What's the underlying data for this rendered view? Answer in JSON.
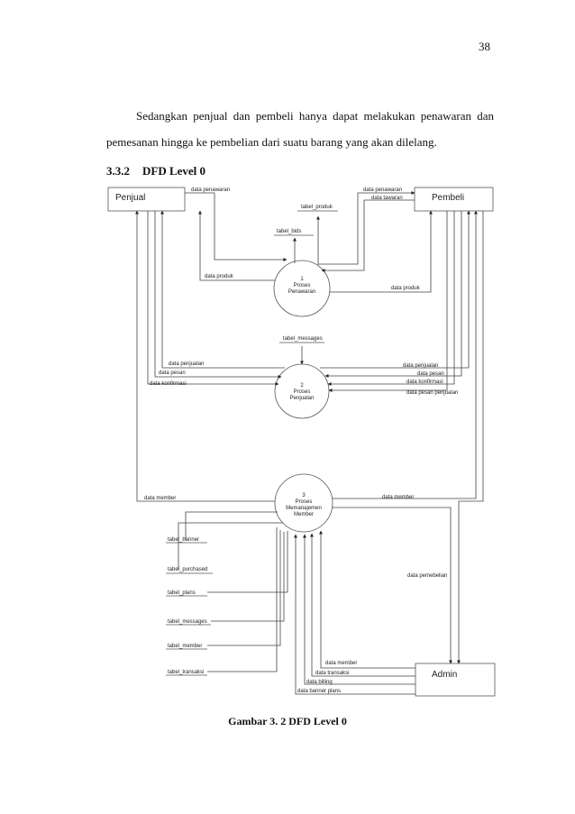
{
  "page_number": "38",
  "paragraph": {
    "line1": "Sedangkan penjual dan pembeli hanya dapat melakukan penawaran dan",
    "line2": "pemesanan hingga ke pembelian dari suatu barang yang akan dilelang."
  },
  "section": {
    "number": "3.3.2",
    "title": "DFD Level 0"
  },
  "diagram": {
    "entities": {
      "penjual": "Penjual",
      "pembeli": "Pembeli",
      "admin": "Admin"
    },
    "processes": {
      "p1": {
        "number": "1",
        "line1": "Proses",
        "line2": "Penawaran"
      },
      "p2": {
        "number": "2",
        "line1": "Proses",
        "line2": "Penjualan"
      },
      "p3": {
        "number": "3",
        "line1": "Proses",
        "line2": "Memanajemen",
        "line3": "Member"
      }
    },
    "stores": {
      "tabel_produk": "tabel_produk",
      "tabel_bids": "tabel_bids",
      "tabel_messages_1": "tabel_messages",
      "tabel_banner": "tabel_banner",
      "tabel_purchased": "tabel_purchased",
      "tabel_plans": "tabel_plans",
      "tabel_messages_2": "tabel_messages",
      "tabel_member": "tabel_member",
      "tabel_transaksi": "tabel_transaksi"
    },
    "flows": {
      "penjual_data_penawaran": "data penawaran",
      "pembeli_data_penawaran": "data penawaran",
      "data_tawaran": "data tawaran",
      "penjual_data_produk": "data produk",
      "pembeli_data_produk": "data produk",
      "penjual_data_penjualan": "data penjualan",
      "penjual_data_pesan": "data pesan",
      "penjual_data_konfirmasi": "data konfirmasi",
      "pembeli_data_penjualan": "data penjualan",
      "pembeli_data_pesan": "data pesan",
      "pembeli_data_konfirmasi": "data konfirmasi",
      "data_pesan_penjualan": "data pesan penjualan",
      "penjual_data_member": "data member",
      "pembeli_data_member": "data member",
      "data_pemebelian": "data pemebelian",
      "admin_data_member": "data member",
      "data_transaksi": "data transaksi",
      "data_billing": "data billing",
      "data_banner_plans": "data banner plans"
    }
  },
  "caption": "Gambar 3. 2 DFD Level 0"
}
